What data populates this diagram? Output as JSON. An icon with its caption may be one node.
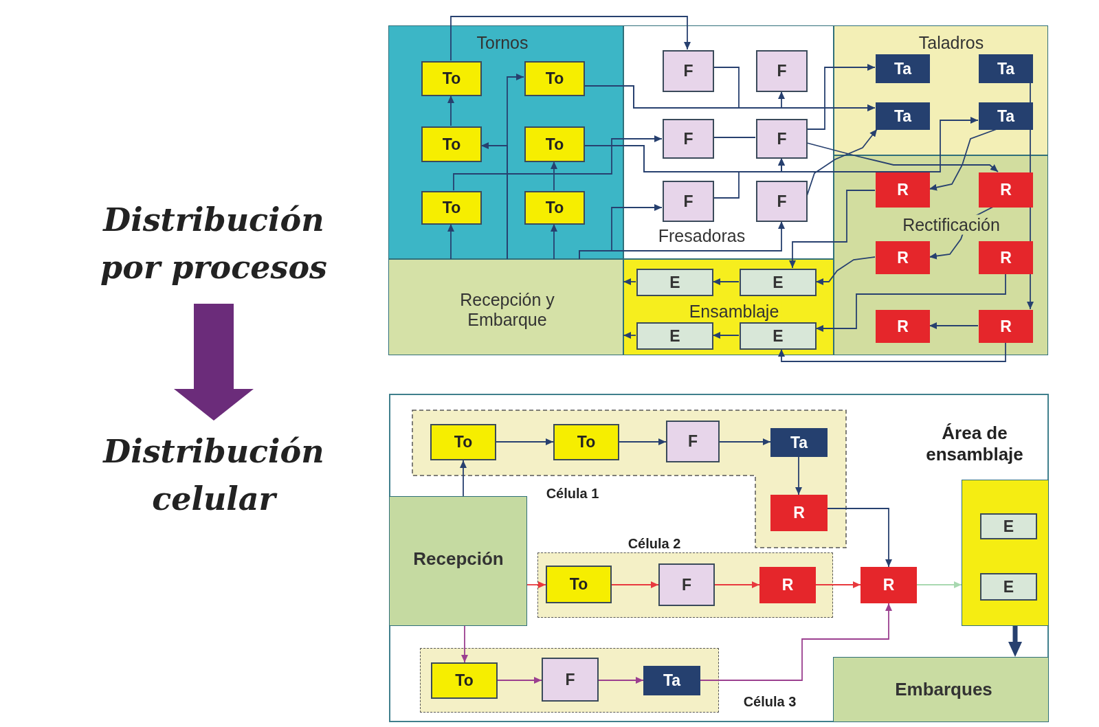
{
  "diagram": {
    "nodes": [
      {
        "text": [
          "Distribución por procesos"
        ]
      },
      {
        "text": [
          "Distribución celular"
        ]
      },
      {
        "text": [
          "Tornos"
        ]
      },
      {
        "text": [
          "Fresadoras"
        ]
      },
      {
        "text": [
          "Taladros"
        ]
      },
      {
        "text": [
          "Recepción y Embarque"
        ]
      },
      {
        "text": [
          "Ensamblaje"
        ]
      },
      {
        "text": [
          "Rectificación"
        ]
      },
      {
        "text": [
          "To"
        ],
        "in": 2
      },
      {
        "text": [
          "To"
        ],
        "in": 2
      },
      {
        "text": [
          "To"
        ],
        "in": 2
      },
      {
        "text": [
          "To"
        ],
        "in": 2
      },
      {
        "text": [
          "To"
        ],
        "in": 2
      },
      {
        "text": [
          "To"
        ],
        "in": 2
      },
      {
        "text": [
          "F"
        ],
        "in": 3
      },
      {
        "text": [
          "F"
        ],
        "in": 3
      },
      {
        "text": [
          "F"
        ],
        "in": 3
      },
      {
        "text": [
          "F"
        ],
        "in": 3
      },
      {
        "text": [
          "F"
        ],
        "in": 3
      },
      {
        "text": [
          "F"
        ],
        "in": 3
      },
      {
        "text": [
          "Ta"
        ],
        "in": 4
      },
      {
        "text": [
          "Ta"
        ],
        "in": 4
      },
      {
        "text": [
          "Ta"
        ],
        "in": 4
      },
      {
        "text": [
          "Ta"
        ],
        "in": 4
      },
      {
        "text": [
          "R"
        ],
        "in": 7
      },
      {
        "text": [
          "R"
        ],
        "in": 7
      },
      {
        "text": [
          "R"
        ],
        "in": 7
      },
      {
        "text": [
          "R"
        ],
        "in": 7
      },
      {
        "text": [
          "R"
        ],
        "in": 7
      },
      {
        "text": [
          "R"
        ],
        "in": 7
      },
      {
        "text": [
          "E"
        ],
        "in": 6
      },
      {
        "text": [
          "E"
        ],
        "in": 6
      },
      {
        "text": [
          "E"
        ],
        "in": 6
      },
      {
        "text": [
          "E"
        ],
        "in": 6
      },
      {
        "text": [
          "Célula 1"
        ]
      },
      {
        "text": [
          "Célula 2"
        ]
      },
      {
        "text": [],
        "shape": "box",
        "beside": [
          "Célula 3"
        ]
      },
      {
        "text": [
          "Recepción"
        ]
      },
      {
        "text": [
          "Área de ensamblaje"
        ]
      },
      {
        "text": [
          "Embarques"
        ]
      },
      {
        "text": [
          "To"
        ],
        "in": 34
      },
      {
        "text": [
          "To"
        ],
        "in": 34
      },
      {
        "text": [
          "F"
        ],
        "in": 34
      },
      {
        "text": [
          "Ta"
        ],
        "in": 34
      },
      {
        "text": [
          "R"
        ],
        "in": 34
      },
      {
        "text": [
          "To"
        ],
        "in": 35
      },
      {
        "text": [
          "F"
        ],
        "in": 35
      },
      {
        "text": [
          "R"
        ],
        "in": 35
      },
      {
        "text": [
          "R"
        ]
      },
      {
        "text": [
          "E"
        ],
        "in": 38
      },
      {
        "text": [
          "E"
        ],
        "in": 38
      },
      {
        "text": [
          "To"
        ],
        "in": 36
      },
      {
        "text": [
          "F"
        ],
        "in": 36
      },
      {
        "text": [
          "Ta"
        ],
        "in": 36
      }
    ],
    "edges": [
      {
        "from": 0,
        "to": 1,
        "arrow": "to",
        "style": "thick",
        "color": "#6b2c7a"
      },
      {
        "from": 10,
        "to": 8,
        "arrow": "to"
      },
      {
        "from": 8,
        "to": 14,
        "arrow": "to"
      },
      {
        "from": 13,
        "to": 11,
        "arrow": "to"
      },
      {
        "from": 5,
        "to": 9,
        "arrow": "to"
      },
      {
        "from": 5,
        "to": 10,
        "arrow": "to"
      },
      {
        "from": 5,
        "to": 12,
        "arrow": "to"
      },
      {
        "from": 5,
        "to": 13,
        "arrow": "to"
      },
      {
        "from": 12,
        "to": 16,
        "arrow": "to"
      },
      {
        "from": 5,
        "to": 18,
        "arrow": "to"
      },
      {
        "from": 5,
        "to": 19,
        "arrow": "to"
      },
      {
        "from": 9,
        "to": 15,
        "arrow": "to"
      },
      {
        "from": 9,
        "to": 22,
        "arrow": "to"
      },
      {
        "from": 14,
        "to": 22,
        "arrow": "to"
      },
      {
        "from": 11,
        "to": 17,
        "arrow": "to"
      },
      {
        "from": 11,
        "to": 23,
        "arrow": "to"
      },
      {
        "from": 18,
        "to": 17,
        "arrow": "to"
      },
      {
        "from": 16,
        "to": 17,
        "arrow": "none"
      },
      {
        "from": 17,
        "to": 20,
        "arrow": "to"
      },
      {
        "from": 17,
        "to": 25,
        "arrow": "to"
      },
      {
        "from": 19,
        "to": 22,
        "arrow": "to"
      },
      {
        "from": 23,
        "to": 24,
        "arrow": "to"
      },
      {
        "from": 25,
        "to": 26,
        "arrow": "to"
      },
      {
        "from": 21,
        "to": 29,
        "arrow": "to"
      },
      {
        "from": 29,
        "to": 28,
        "arrow": "to"
      },
      {
        "from": 24,
        "to": 31,
        "arrow": "to"
      },
      {
        "from": 26,
        "to": 31,
        "arrow": "to"
      },
      {
        "from": 27,
        "to": 33,
        "arrow": "to"
      },
      {
        "from": 29,
        "to": 33,
        "arrow": "to"
      },
      {
        "from": 31,
        "to": 30,
        "arrow": "to"
      },
      {
        "from": 33,
        "to": 32,
        "arrow": "to"
      },
      {
        "from": 30,
        "to": 5,
        "arrow": "to"
      },
      {
        "from": 32,
        "to": 5,
        "arrow": "to"
      },
      {
        "from": 37,
        "to": 40,
        "arrow": "to"
      },
      {
        "from": 40,
        "to": 41,
        "arrow": "to"
      },
      {
        "from": 41,
        "to": 42,
        "arrow": "to"
      },
      {
        "from": 42,
        "to": 43,
        "arrow": "to"
      },
      {
        "from": 43,
        "to": 44,
        "arrow": "to"
      },
      {
        "from": 44,
        "to": 48,
        "arrow": "to"
      },
      {
        "from": 37,
        "to": 45,
        "arrow": "to",
        "color": "#e8383d"
      },
      {
        "from": 45,
        "to": 46,
        "arrow": "to",
        "color": "#e8383d"
      },
      {
        "from": 46,
        "to": 47,
        "arrow": "to",
        "color": "#e8383d"
      },
      {
        "from": 47,
        "to": 48,
        "arrow": "to",
        "color": "#e8383d"
      },
      {
        "from": 37,
        "to": 51,
        "arrow": "to",
        "color": "#9b3f8f"
      },
      {
        "from": 51,
        "to": 52,
        "arrow": "to",
        "color": "#9b3f8f"
      },
      {
        "from": 52,
        "to": 53,
        "arrow": "to",
        "color": "#9b3f8f"
      },
      {
        "from": 53,
        "to": 48,
        "arrow": "to",
        "color": "#9b3f8f"
      },
      {
        "from": 48,
        "to": 38,
        "arrow": "to",
        "color": "#a8d8b0"
      },
      {
        "from": 38,
        "to": 39,
        "arrow": "to",
        "style": "thick"
      }
    ]
  }
}
